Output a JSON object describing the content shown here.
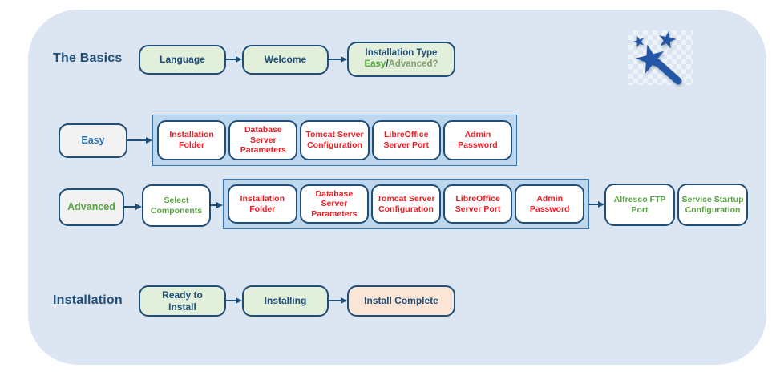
{
  "colors": {
    "panel_bg": "#dce6f2",
    "node_border": "#1f4e79",
    "navy_text": "#1f4e79",
    "green_fill": "#e2efda",
    "gray_fill": "#f2f2f2",
    "peach_fill": "#fbe5d6",
    "container_fill": "#bdd7ee",
    "container_border": "#3a76ad",
    "red_text": "#ee1c25",
    "green_text": "#5aa245",
    "blue_text": "#2e75b6",
    "bright_green_text": "#4ea72e",
    "sage_text": "#84a070",
    "wand_blue": "#2457a5"
  },
  "icons": {
    "wand": "magic-wand-icon"
  },
  "basics": {
    "section_label": "The Basics",
    "language": "Language",
    "welcome": "Welcome",
    "installation_type_title": "Installation Type",
    "choice_easy": "Easy",
    "choice_slash": "/",
    "choice_advanced": "Advanced?"
  },
  "easy_flow": {
    "label": "Easy",
    "steps": [
      "Installation Folder",
      "Database Server Parameters",
      "Tomcat Server Configuration",
      "LibreOffice Server Port",
      "Admin Password"
    ]
  },
  "advanced_flow": {
    "label": "Advanced",
    "select_components": "Select Components",
    "steps": [
      "Installation Folder",
      "Database Server Parameters",
      "Tomcat Server Configuration",
      "LibreOffice Server Port",
      "Admin Password"
    ],
    "alfresco_ftp_port": "Alfresco FTP Port",
    "service_startup": "Service Startup Configuration"
  },
  "installation_flow": {
    "section_label": "Installation",
    "ready": "Ready to Install",
    "installing": "Installing",
    "complete": "Install Complete"
  }
}
